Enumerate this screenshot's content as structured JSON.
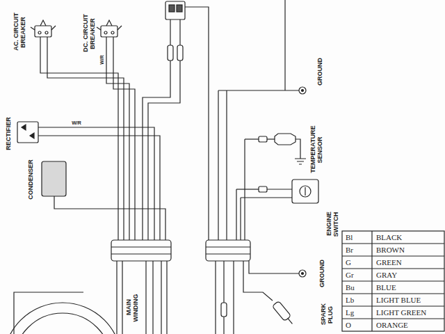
{
  "diagram": {
    "labels": [
      "AC. CIRCUIT BREAKER",
      "DC. CIRCUIT BREAKER",
      "W/R",
      "RECTIFIER",
      "CONDENSER",
      "GROUND",
      "TEMPERATURE SENSOR",
      "ENGINE SWITCH",
      "GROUND",
      "SPARK PLUG",
      "MAIN WINDING",
      "W/R",
      "Bl",
      "BLACK",
      "Br",
      "BROWN",
      "G",
      "GREEN",
      "Gr",
      "GRAY",
      "Bu",
      "BLUE",
      "Lb",
      "LIGHT BLUE",
      "Lg",
      "LIGHT GREEN",
      "O",
      "ORANGE"
    ]
  }
}
